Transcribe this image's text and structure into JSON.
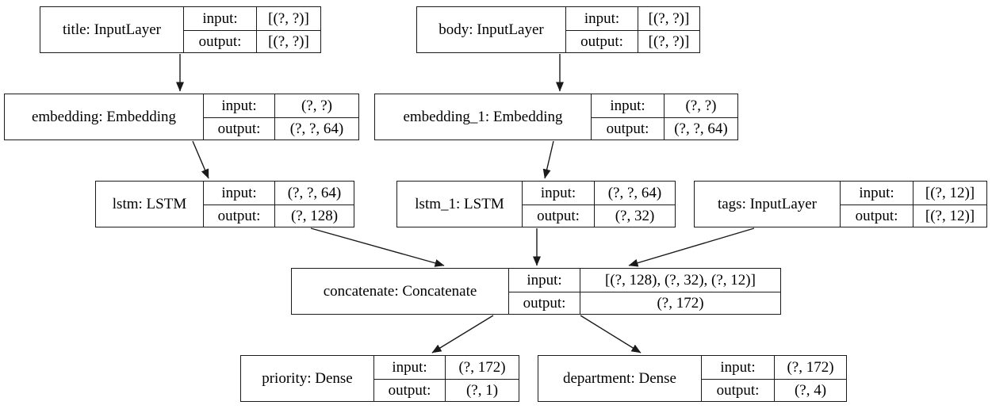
{
  "diagram": {
    "background_color": "#ffffff",
    "line_color": "#1a1a1a",
    "cell_labels": {
      "input": "input:",
      "output": "output:"
    },
    "nodes": [
      {
        "id": "title",
        "label": "title: InputLayer",
        "input_shape": "[(?, ?)]",
        "output_shape": "[(?, ?)]"
      },
      {
        "id": "body",
        "label": "body: InputLayer",
        "input_shape": "[(?, ?)]",
        "output_shape": "[(?, ?)]"
      },
      {
        "id": "embedding",
        "label": "embedding: Embedding",
        "input_shape": "(?, ?)",
        "output_shape": "(?, ?, 64)"
      },
      {
        "id": "embedding_1",
        "label": "embedding_1: Embedding",
        "input_shape": "(?, ?)",
        "output_shape": "(?, ?, 64)"
      },
      {
        "id": "lstm",
        "label": "lstm: LSTM",
        "input_shape": "(?, ?, 64)",
        "output_shape": "(?, 128)"
      },
      {
        "id": "lstm_1",
        "label": "lstm_1: LSTM",
        "input_shape": "(?, ?, 64)",
        "output_shape": "(?, 32)"
      },
      {
        "id": "tags",
        "label": "tags: InputLayer",
        "input_shape": "[(?, 12)]",
        "output_shape": "[(?, 12)]"
      },
      {
        "id": "concatenate",
        "label": "concatenate: Concatenate",
        "input_shape": "[(?, 128), (?, 32), (?, 12)]",
        "output_shape": "(?, 172)"
      },
      {
        "id": "priority",
        "label": "priority: Dense",
        "input_shape": "(?, 172)",
        "output_shape": "(?, 1)"
      },
      {
        "id": "department",
        "label": "department: Dense",
        "input_shape": "(?, 172)",
        "output_shape": "(?, 4)"
      }
    ],
    "edges": [
      {
        "from": "title",
        "to": "embedding"
      },
      {
        "from": "body",
        "to": "embedding_1"
      },
      {
        "from": "embedding",
        "to": "lstm"
      },
      {
        "from": "embedding_1",
        "to": "lstm_1"
      },
      {
        "from": "lstm",
        "to": "concatenate"
      },
      {
        "from": "lstm_1",
        "to": "concatenate"
      },
      {
        "from": "tags",
        "to": "concatenate"
      },
      {
        "from": "concatenate",
        "to": "priority"
      },
      {
        "from": "concatenate",
        "to": "department"
      }
    ]
  }
}
